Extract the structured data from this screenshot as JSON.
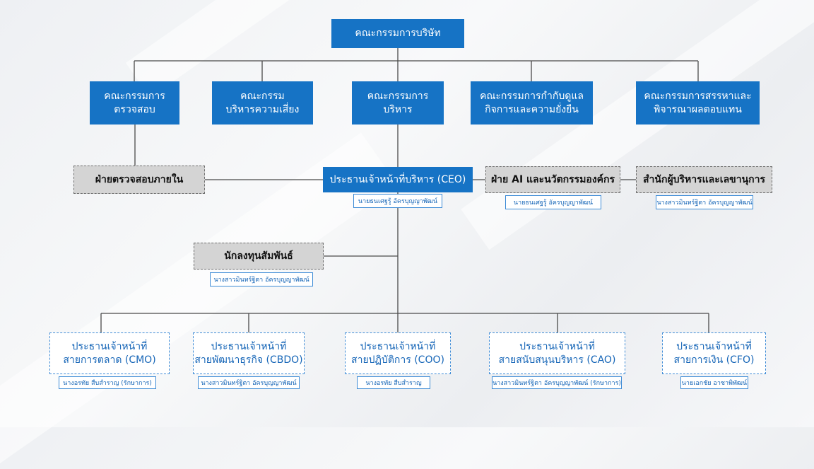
{
  "colors": {
    "accent": "#1673c5",
    "gray_box": "#d4d4d4",
    "outline": "#3d8bd6"
  },
  "board": "คณะกรรมการบริษัท",
  "committees": [
    {
      "line1": "คณะกรรมการ",
      "line2": "ตรวจสอบ"
    },
    {
      "line1": "คณะกรรม",
      "line2": "บริหารความเสี่ยง"
    },
    {
      "line1": "คณะกรรมการ",
      "line2": "บริหาร"
    },
    {
      "line1": "คณะกรรมการกำกับดูแล",
      "line2": "กิจการและความยั่งยืน"
    },
    {
      "line1": "คณะกรรมการสรรหาและ",
      "line2": "พิจารณาผลตอบแทน"
    }
  ],
  "ceo": {
    "title": "ประธานเจ้าหน้าที่บริหาร (CEO)",
    "name": "นายธนเศฐรู้ อัครบุญญาพัฒน์"
  },
  "internal_audit": "ฝ่ายตรวจสอบภายใน",
  "ai_dept": {
    "title": "ฝ่าย AI และนวัตกรรมองค์กร",
    "name": "นายธนเศฐรู้ อัครบุญญาพัฒน์"
  },
  "secretary": {
    "title": "สำนักผู้บริหารและเลขานุการ",
    "name": "นางสาวมินทร์ฐิตา อัครบุญญาพัฒน์"
  },
  "investor": {
    "title": "นักลงทุนสัมพันธ์",
    "name": "นางสาวมินทร์ฐิตา อัครบุญญาพัฒน์"
  },
  "chiefs": [
    {
      "line1": "ประธานเจ้าหน้าที่",
      "line2": "สายการตลาด (CMO)",
      "name": "นางอรทัย สืบสำราญ (รักษาการ)"
    },
    {
      "line1": "ประธานเจ้าหน้าที่",
      "line2": "สายพัฒนาธุรกิจ (CBDO)",
      "name": "นางสาวมินทร์ฐิตา อัครบุญญาพัฒน์"
    },
    {
      "line1": "ประธานเจ้าหน้าที่",
      "line2": "สายปฏิบัติการ (COO)",
      "name": "นางอรทัย สืบสำราญ"
    },
    {
      "line1": "ประธานเจ้าหน้าที่",
      "line2": "สายสนับสนุนบริหาร (CAO)",
      "name": "นางสาวมินทร์ฐิตา อัครบุญญาพัฒน์ (รักษาการ)"
    },
    {
      "line1": "ประธานเจ้าหน้าที่",
      "line2": "สายการเงิน (CFO)",
      "name": "นายเอกชัย อาชาพิพัฒน์"
    }
  ]
}
